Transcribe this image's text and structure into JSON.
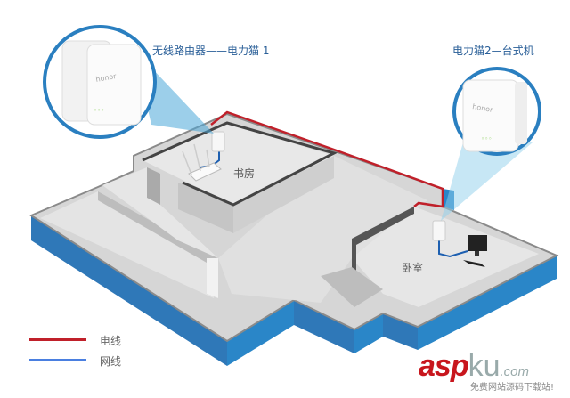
{
  "labels": {
    "router_to_plc1": "无线路由器——电力猫 1",
    "plc2_to_desktop": "电力猫2—台式机"
  },
  "rooms": {
    "study": "书房",
    "bedroom": "卧室"
  },
  "device_brand": "honor",
  "legend": [
    {
      "label": "电线",
      "color": "#c0202a"
    },
    {
      "label": "网线",
      "color": "#4a7fe0"
    }
  ],
  "watermark": {
    "brand_a": "asp",
    "brand_b": "ku",
    "suffix": ".com",
    "tagline": "免费网站源码下载站!"
  },
  "colors": {
    "floor_side": "#2a86c8",
    "floor_side_dark": "#2f78b8",
    "floor_top": "#d4d4d4"
  }
}
